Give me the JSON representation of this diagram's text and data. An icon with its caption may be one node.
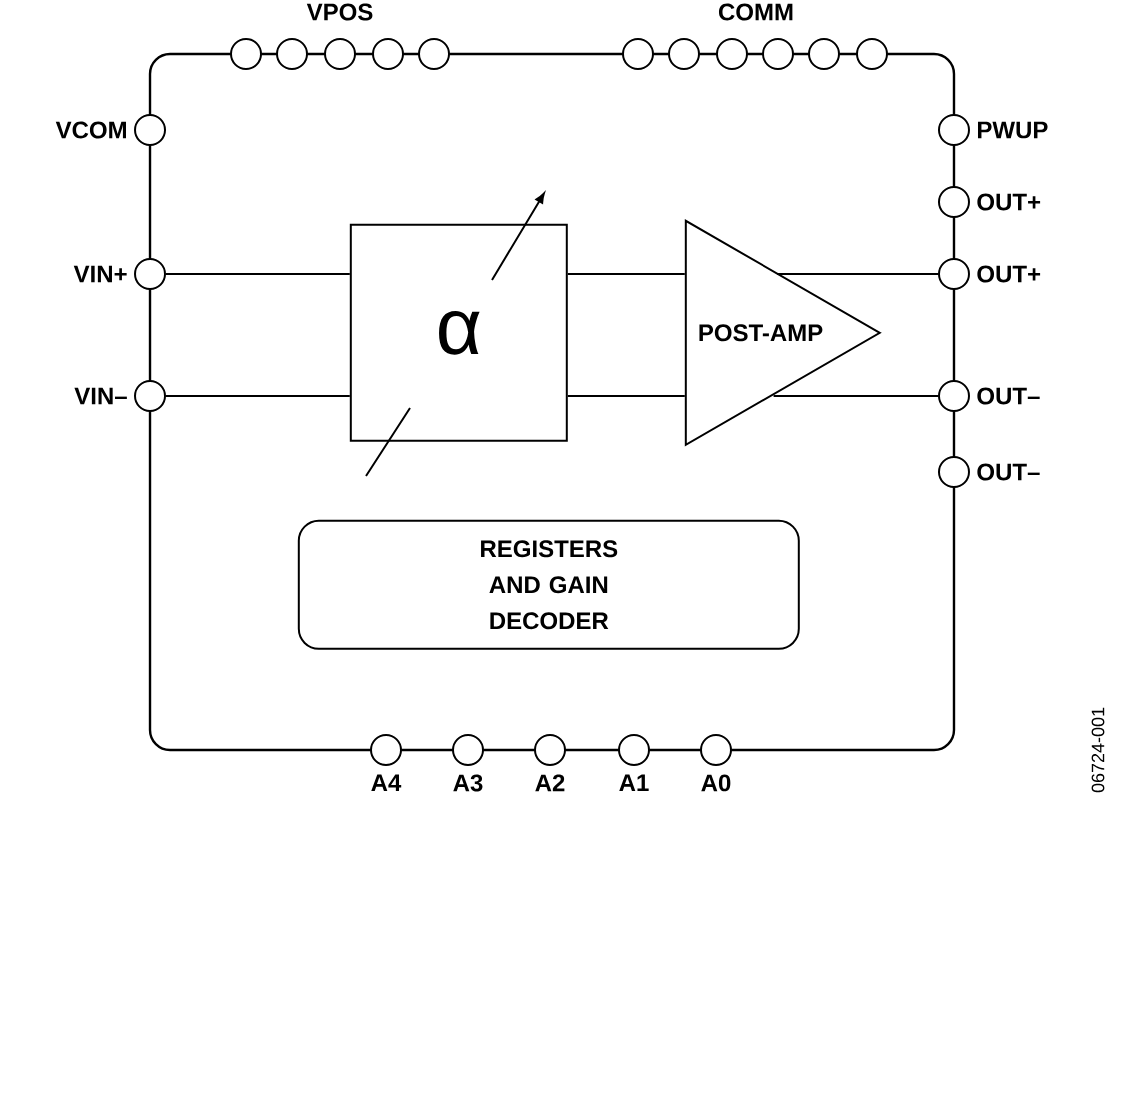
{
  "diagram": {
    "nodes": [
      {
        "text": [],
        "shape": "box"
      },
      {
        "text": [
          "α"
        ],
        "in": 0
      },
      {
        "text": [
          "POST-AMP"
        ],
        "in": 0
      },
      {
        "text": [
          "REGISTERS AND GAIN DECODER"
        ],
        "in": 0
      },
      {
        "text": [],
        "shape": "circle"
      },
      {
        "text": [],
        "shape": "circle"
      },
      {
        "text": [],
        "shape": "circle"
      },
      {
        "text": [],
        "shape": "circle"
      },
      {
        "text": [],
        "shape": "circle"
      },
      {
        "text": [],
        "shape": "circle"
      },
      {
        "text": [],
        "shape": "circle"
      },
      {
        "text": [],
        "shape": "circle"
      },
      {
        "text": [],
        "shape": "circle"
      },
      {
        "text": [],
        "shape": "circle"
      },
      {
        "text": [],
        "shape": "circle"
      },
      {
        "text": [],
        "shape": "circle",
        "beside": [
          "VCOM"
        ]
      },
      {
        "text": [],
        "shape": "circle",
        "beside": [
          "VIN+"
        ]
      },
      {
        "text": [],
        "shape": "circle",
        "beside": [
          "VIN–"
        ]
      },
      {
        "text": [],
        "shape": "circle",
        "beside": [
          "PWUP"
        ]
      },
      {
        "text": [],
        "shape": "circle",
        "beside": [
          "OUT+"
        ]
      },
      {
        "text": [],
        "shape": "circle",
        "beside": [
          "OUT+"
        ]
      },
      {
        "text": [],
        "shape": "circle",
        "beside": [
          "OUT–"
        ]
      },
      {
        "text": [],
        "shape": "circle",
        "beside": [
          "OUT–"
        ]
      },
      {
        "text": [],
        "shape": "circle",
        "beside": [
          "A4"
        ]
      },
      {
        "text": [],
        "shape": "circle",
        "beside": [
          "A3"
        ]
      },
      {
        "text": [],
        "shape": "circle",
        "beside": [
          "A2"
        ]
      },
      {
        "text": [],
        "shape": "circle",
        "beside": [
          "A1"
        ]
      },
      {
        "text": [],
        "shape": "circle",
        "beside": [
          "A0"
        ]
      }
    ],
    "edges": [
      {
        "from": 16,
        "to": 1,
        "arrow": "none"
      },
      {
        "from": 17,
        "to": 1,
        "arrow": "none"
      },
      {
        "from": 1,
        "to": 2,
        "arrow": "none"
      },
      {
        "from": 1,
        "to": 2,
        "arrow": "none"
      },
      {
        "from": 2,
        "to": 20,
        "arrow": "none"
      },
      {
        "from": 2,
        "to": 21,
        "arrow": "none"
      }
    ],
    "labels": [
      "VPOS",
      "COMM",
      "06724-001"
    ]
  }
}
